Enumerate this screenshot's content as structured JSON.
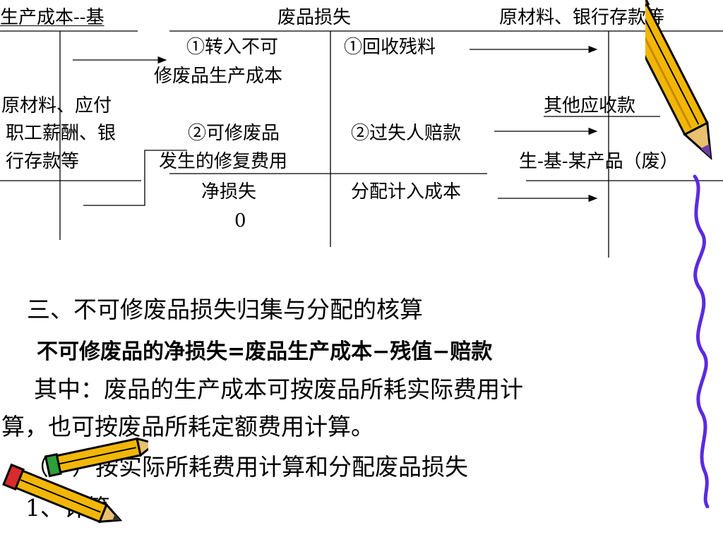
{
  "t_accounts": {
    "left": {
      "title": "生产成本--基",
      "credit_lines": [
        "原材料、应付",
        "职工薪酬、银",
        "行存款等"
      ]
    },
    "middle": {
      "title": "废品损失",
      "debit": {
        "entry1": [
          "①转入不可",
          "修废品生产成本"
        ],
        "entry2": [
          "②可修废品",
          "发生的修复费用"
        ],
        "net_loss_label": "净损失",
        "net_loss_value": "0"
      },
      "credit": {
        "entry1": "①回收残料",
        "entry2": "②过失人赔款",
        "entry3": "分配计入成本"
      }
    },
    "right_top": {
      "title": "原材料、银行存款等"
    },
    "right_mid": {
      "title": "其他应收款"
    },
    "right_bottom": {
      "title": "生-基-某产品（废）"
    }
  },
  "section": {
    "heading": "三、不可修废品损失归集与分配的核算",
    "formula": "不可修废品的净损失=废品生产成本−残值−赔款",
    "note_line1": "其中：废品的生产成本可按废品所耗实际费用计",
    "note_line2": "算，也可按废品所耗定额费用计算。",
    "sub_heading": "（一）按实际所耗费用计算和分配废品损失",
    "item": "1、计算"
  },
  "colors": {
    "text": "#000000",
    "pencil_body": "#F2B705",
    "pencil_tip": "#6B3FA0",
    "pencil_eraser": "#D92B2B",
    "squiggle": "#5A2BE0"
  },
  "icons": [
    "pencil-clipart-icon",
    "pencil-pair-clipart-icon",
    "squiggle-line-icon"
  ]
}
